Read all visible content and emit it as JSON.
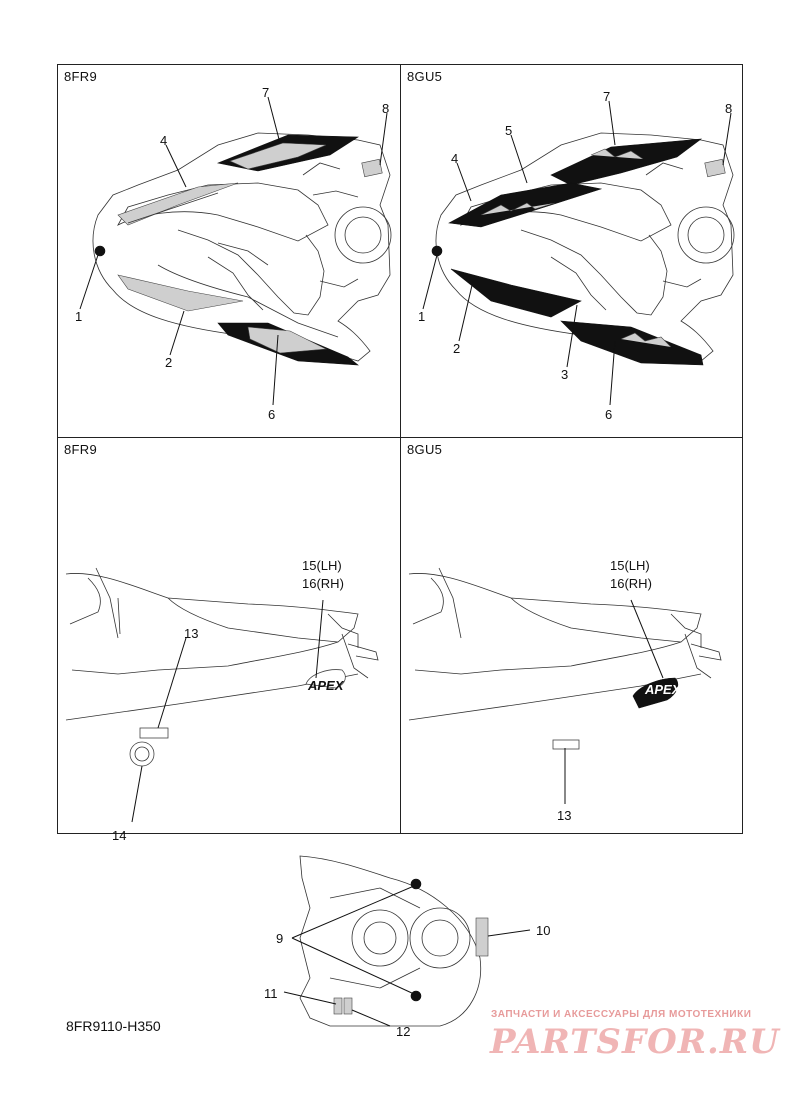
{
  "panels": {
    "top_left": {
      "label": "8FR9",
      "callouts": [
        "1",
        "2",
        "4",
        "6",
        "7",
        "8"
      ]
    },
    "top_right": {
      "label": "8GU5",
      "callouts": [
        "1",
        "2",
        "3",
        "4",
        "5",
        "6",
        "7",
        "8"
      ]
    },
    "bottom_left": {
      "label": "8FR9",
      "callouts": [
        "13",
        "14",
        "15(LH)",
        "16(RH)"
      ]
    },
    "bottom_right": {
      "label": "8GU5",
      "callouts": [
        "13",
        "15(LH)",
        "16(RH)"
      ]
    }
  },
  "hood_logo_text": "APEX",
  "bottom_view": {
    "callouts": [
      "9",
      "10",
      "11",
      "12"
    ]
  },
  "diagram_code": "8FR9110-H350",
  "watermark": {
    "tagline": "ЗАПЧАСТИ И АКСЕССУАРЫ ДЛЯ МОТОТЕХНИКИ",
    "logo": "PARTSFOR.RU"
  }
}
